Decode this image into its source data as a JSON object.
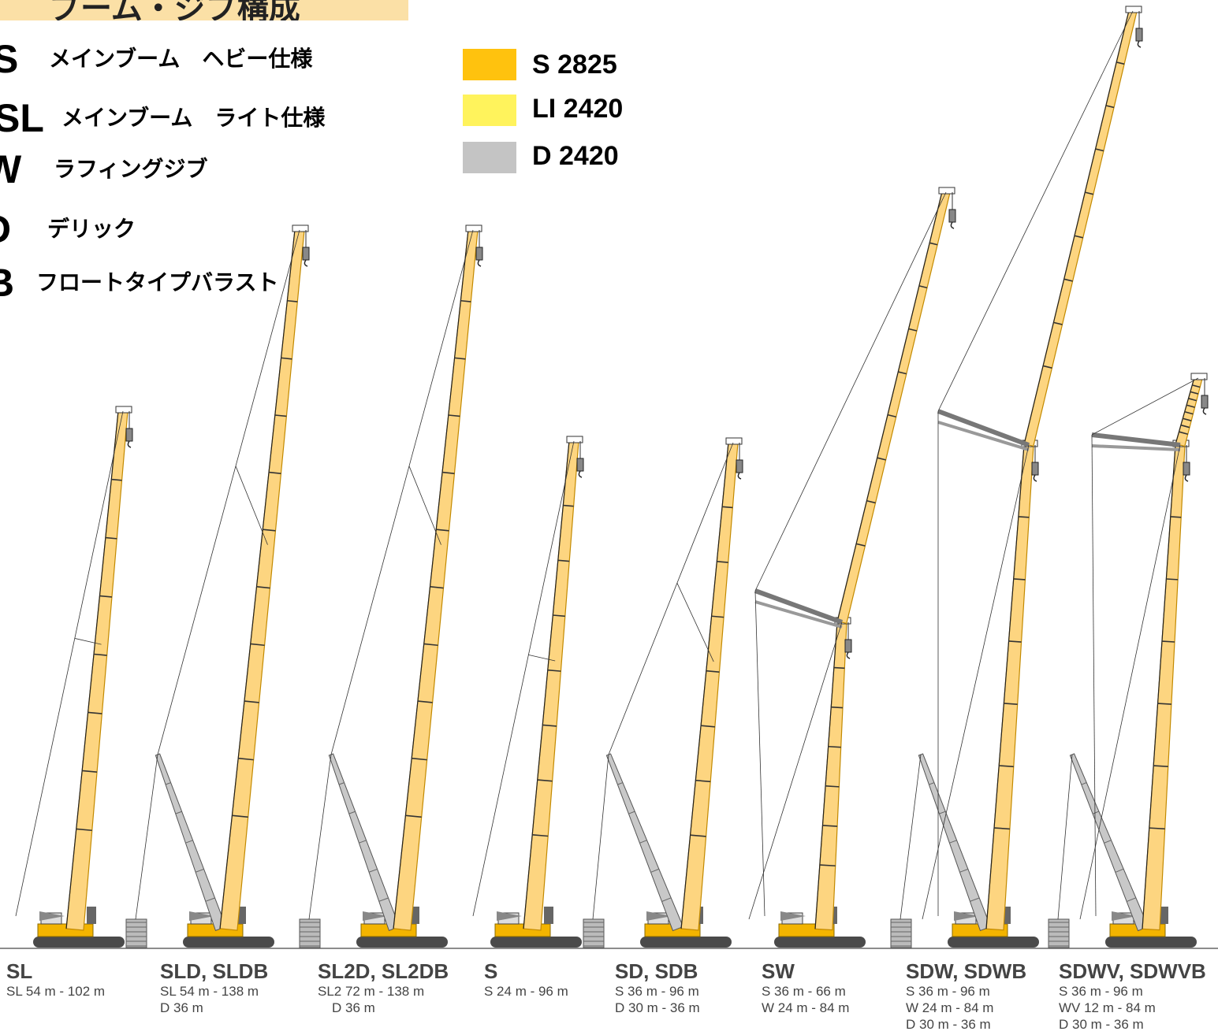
{
  "header": {
    "title": "ブーム・ジブ構成"
  },
  "abbreviations": [
    {
      "code": "S",
      "desc": "メインブーム　ヘビー仕様"
    },
    {
      "code": "SL",
      "desc": "メインブーム　ライト仕様"
    },
    {
      "code": "W",
      "desc": "ラフィングジブ"
    },
    {
      "code": "D",
      "desc": "デリック"
    },
    {
      "code": "B",
      "desc": "フロートタイプバラスト"
    }
  ],
  "legend": [
    {
      "label": "S 2825",
      "color": "#ffc20e"
    },
    {
      "label": "LI 2420",
      "color": "#fff35c"
    },
    {
      "label": "D 2420",
      "color": "#c4c4c4"
    }
  ],
  "colors": {
    "boom": "#fdd580",
    "boom_outline": "#c38a00",
    "derrick": "#c8c8c8",
    "rope": "#333333",
    "ground": "#666666",
    "crawler": "#4a4a4a",
    "upper": "#f3b400",
    "text": "#444444"
  },
  "configurations": [
    {
      "name": "SL",
      "lines": [
        "SL 54 m - 102 m"
      ]
    },
    {
      "name": "SLD, SLDB",
      "lines": [
        "SL 54 m - 138 m",
        "D 36 m"
      ]
    },
    {
      "name": "SL2D, SL2DB",
      "lines": [
        "SL2 72 m - 138 m",
        "D 36 m"
      ]
    },
    {
      "name": "S",
      "lines": [
        "S 24 m - 96 m"
      ]
    },
    {
      "name": "SD, SDB",
      "lines": [
        "S 36 m - 96 m",
        "D 30 m - 36 m"
      ]
    },
    {
      "name": "SW",
      "lines": [
        "S 36 m - 66 m",
        "W 24 m - 84 m"
      ]
    },
    {
      "name": "SDW, SDWB",
      "lines": [
        "S 36 m - 96 m",
        "W 24 m - 84 m",
        "D 30 m - 36 m"
      ]
    },
    {
      "name": "SDWV, SDWVB",
      "lines": [
        "S 36 m - 96 m",
        "WV 12 m - 84 m",
        "D 30 m - 36 m"
      ]
    }
  ]
}
